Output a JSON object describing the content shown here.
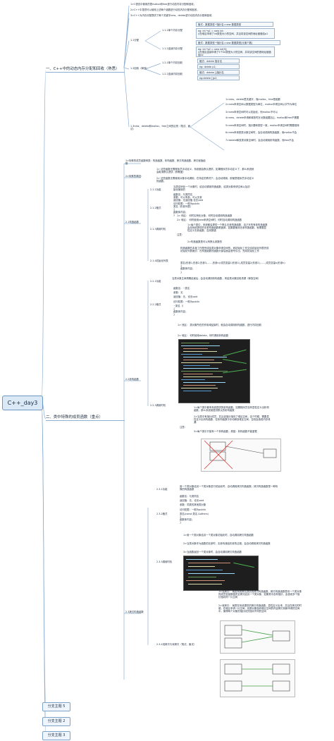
{
  "root": "C++_day3",
  "branch1": {
    "title": "一、C++中的动态内存分配和回收（熟悉）",
    "intro": [
      "1>C语言中使用的是malloc和free进行动态内存分配和回收。",
      "2>C++中虽然可以使用上述两个函数进行动态内存分配和回收，",
      "3>C++为内存分配提供了两个关键字new、delete进行动态内存分配和回收"
    ],
    "alloc": {
      "title": "1.1分配",
      "single": "1.1.1单个内存分配",
      "single_fmt": "格式：数据类型 *指针名=new 数据类型",
      "single_ex": [
        "eg: int *p1 = new int;",
        "//在堆区申请了int类型大小的空间，并且将该空间的地址赋值给p1"
      ],
      "cont": "1.1.2连续内存分配",
      "cont_fmt": "格式：数据类型 *指针名=new 数据类型[元素个数]",
      "cont_ex": [
        "eg: int *p2 = new int[5];",
        "//在堆区连续申请了5个int类型大小的空间，并将该空间的首地址赋值给p2"
      ]
    },
    "free": {
      "title": "1.2回收（释放）",
      "single": "1.2.1单个内存回收",
      "single_fmt": "格式：delete 指针名",
      "single_ex": "eg: delete p1;",
      "cont": "1.2.2连续内存回收",
      "cont_fmt": "格式：delete []指针名",
      "cont_ex": "eg:delete []p2;"
    },
    "diff": {
      "title": "1.3new、delete和malloc、free之间的区别（笔试、面试）",
      "items": [
        "1>new、delete是关键字，而malloc、free是函数",
        "2>new申请空间以数据类型为单位，malloc申请空间以字节为单位",
        "3>new申请空间时可以初始化，而malloc不可以",
        "4>new、delete申请和释放时针对数组要加[]，malloc和free不需要",
        "5>new申请空间时，指针要和类型一致，malloc申请空间时需要强转",
        "6>new申请类类对象空间时，会自动调用构造函数，而malloc不会",
        "7>delete释放类对象空间时，会自动调用析构函数，而free不会"
      ]
    }
  },
  "branch2": {
    "title": "二、类中特殊的成员函数（重点）",
    "intro": [
      "1>特殊的成员函数种类：构造函数、析构函数、拷贝构造函数、拷贝赋值函数",
      "2>特殊的原因："
    ],
    "reasons": [
      "1> 这些函数无需程序员手动定义，系统都会默认提供，如果程序员手动定义了，那么系统就会取消默认提供（即覆盖）",
      "2> 这些函数无需使用对象手动调用，在特定的情况下，会自动调用，即使是程序员手动定义的函数。"
    ],
    "ctor": {
      "title": "2.1构造函数",
      "func": "2.1.1功能",
      "func_desc": "当类实例化一个对象时，给自动调用构造函数，给类对象申请空间以及初始化使用的",
      "fmt": "2.1.2格式",
      "fmt_items": [
        "函数名：与类同名",
        "参数：可以有参，可以无参",
        "返回值：无返回值 也无void",
        "访问权限：一般为public"
      ],
      "fmt_code": [
        "类名（形参列表）",
        "{",
        "    函数体内容；",
        "}"
      ],
      "call": "2.1.3调用时机",
      "call_items": [
        "1> 栈区：  何时实例化对象，何时自动调用构造函数",
        "2> 堆区：  何时使用new申请空间时，何时自动调用构造函数"
      ],
      "note_label": "注意：",
      "notes": [
        "1>每个类中，系统都会提供一个默认无参构造函数，自己写的有参构造函数会将系统提供的无参构造函数覆盖掉，如果要使用无参构造函数，就需要显性定义无参函数，否则报错",
        "2>构造函数是可以有默认参数的"
      ],
      "init": "2.1.4初始化列表",
      "init_items": [
        "构造函数的本身工作是完成给类对象申请空间的，而初始化工作交给初始化列表完成",
        "初始化列表格式：在构造函数的函数头部后面由冒号引出，完成初始化工作",
        "类名(形参1,形参2,形参3,......,形参n):成员变量1(形参1),成员变量2(形参2),......,成员变量n(形参n)",
        "{",
        "    函数体内容；",
        "}"
      ]
    },
    "dtor": {
      "title": "2.2析构函数",
      "func": "2.2.1功能",
      "func_desc": "当类对象生命周期结束后，会自动调用析构函数，来给类对象回收资源（释放空间）",
      "fmt": "2.2.2格式",
      "fmt_items": [
        "函数名：~类名",
        "参数：无",
        "返回值：无，也无void",
        "访问权限：一般为public"
      ],
      "fmt_code": [
        "~类名（）",
        "{",
        "    函数体内容；",
        "}"
      ],
      "call": "2.2.3调用时机",
      "call_items": [
        "1> 栈区：  类对象所在的作用域结束时，就会自动调用析构函数，进行内存回收",
        "2> 堆区：  何时使用delete，何时调用析构函数"
      ],
      "notes_label": "注意：",
      "notes": [
        "1>每个类中都有系统提供的析构函数，如果程序员没有显性定义出析构函数，那么系统就提供默认的析构函数",
        "2>当类中有指针成员，并且该指针指向了堆区空间，这个时候，需要显性定义出析构函数，在析构函数中手动释放堆区空间，否则会造成内存泄漏",
        "3>每个类中只能有一个析构函数，原因：析构函数不能重载"
      ]
    },
    "copy": {
      "title": "2.3拷贝构造函数",
      "func": "2.3.1功能",
      "func_desc": "用一个类对象给另一个类对象进行初始化时，自动调用拷贝构造函数，拷贝构造函数是一种特殊的构造函数",
      "fmt": "2.3.2格式",
      "fmt_items": [
        "函数名：与类同名",
        "返回值：无，也无void",
        "参数：同类的其他类对象",
        "访问权限：一般为public"
      ],
      "fmt_code": [
        "类名(const 类名 &others)",
        "{",
        "    函数体内容；",
        "}"
      ],
      "call": "2.3.3调用时机",
      "call_items": [
        "1>用一个类对象给另一个类对象初始化时，自动调用拷贝构造函数",
        "2>当类对象作为函数的实参时，实参传递给形参的过程，会自动调用拷贝构造函数",
        "3>当函数返回一个类对象时，会自动调用拷贝构造函数"
      ],
      "deep": "2.3.4浅拷贝与深拷贝（笔试、面试）",
      "deep_items": [
        "1>浅拷贝：  就是系统默认提供的拷贝构造函数，拷贝构造函数是将一个类对象的成员变量数值完全拷贝给另一个类对象，如果类中含有指针，会造成多个指针指向同一片空间",
        "2>深拷贝：  就是在系统提供的拷贝构造函数，显性定义出来，并且在拷贝的时候，在堆区申请一片空间，将原对象指向堆区空间的内容拷贝到新申请的空间中，使得两个对象的指针成员指向不同的空间"
      ]
    }
  },
  "topics": [
    "分支主题 5",
    "分支主题 2",
    "分支主题 3"
  ],
  "colors": {
    "line": "#8fb0d3",
    "node_border": "#9db5cf",
    "root_fill": "#dbe9f7"
  }
}
